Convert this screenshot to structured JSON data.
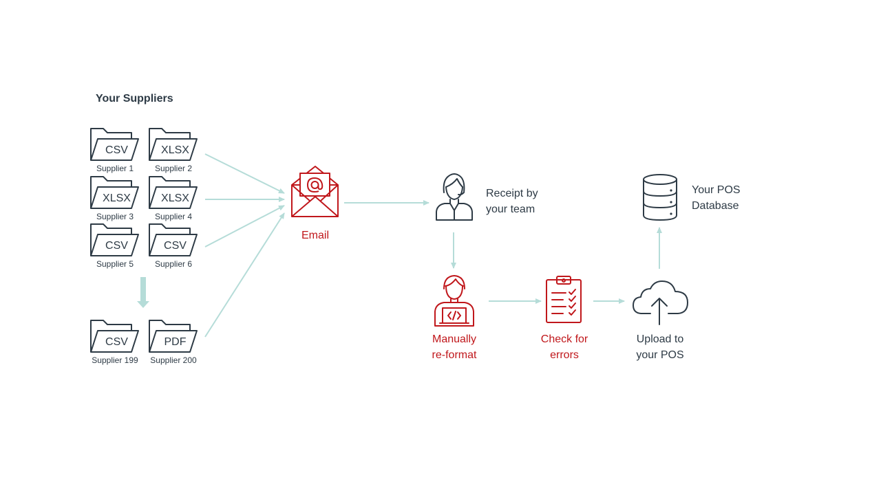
{
  "suppliers": {
    "heading": "Your Suppliers",
    "items": [
      {
        "type": "CSV",
        "label": "Supplier 1"
      },
      {
        "type": "XLSX",
        "label": "Supplier 2"
      },
      {
        "type": "XLSX",
        "label": "Supplier 3"
      },
      {
        "type": "XLSX",
        "label": "Supplier 4"
      },
      {
        "type": "CSV",
        "label": "Supplier 5"
      },
      {
        "type": "CSV",
        "label": "Supplier 6"
      },
      {
        "type": "CSV",
        "label": "Supplier 199"
      },
      {
        "type": "PDF",
        "label": "Supplier 200"
      }
    ]
  },
  "steps": {
    "email": "Email",
    "receipt": "Receipt by\nyour team",
    "reformat": "Manually\nre-format",
    "check": "Check for\nerrors",
    "upload": "Upload to\nyour POS",
    "database": "Your POS\nDatabase"
  },
  "colors": {
    "accent_red": "#c0171b",
    "dark": "#2d3a45",
    "arrow": "#b5dcd8"
  },
  "icons": {
    "folder": "folder-icon",
    "email": "envelope-at-icon",
    "receipt": "person-icon",
    "reformat": "person-laptop-icon",
    "check": "clipboard-checklist-icon",
    "upload": "cloud-upload-icon",
    "database": "database-icon"
  }
}
